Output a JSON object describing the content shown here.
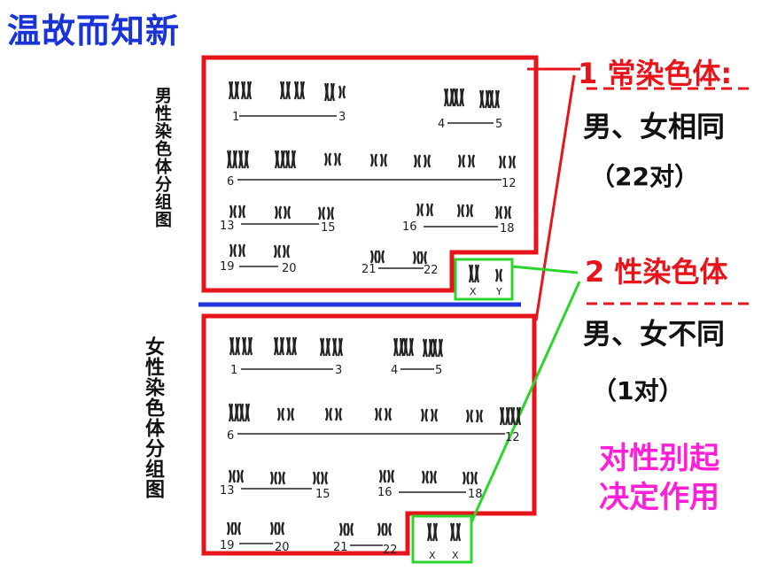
{
  "title": "温故而知新",
  "male_label": "男性染色体分组图",
  "female_label": "女性染色体分组图",
  "autosome": {
    "heading": "1 常染色体:",
    "desc": "男、女相同",
    "count": "（22对）"
  },
  "sex_chromosome": {
    "heading": "2 性染色体",
    "desc": "男、女不同",
    "count": "（1对）",
    "role_line1": "对性别起",
    "role_line2": "决定作用"
  },
  "groups": {
    "g1": [
      "1",
      "3"
    ],
    "g2": [
      "4",
      "5"
    ],
    "g3": [
      "6",
      "12"
    ],
    "g4": [
      "13",
      "15"
    ],
    "g5": [
      "16",
      "18"
    ],
    "g6": [
      "19",
      "20"
    ],
    "g7": [
      "21",
      "22"
    ]
  },
  "male_sex": [
    "X",
    "Y"
  ],
  "female_sex": [
    "X",
    "X"
  ],
  "colors": {
    "title": "#1a33d9",
    "frame": "#e8141c",
    "sex_box": "#2bd62b",
    "divider": "#2233dd",
    "role": "#ff1fd6"
  }
}
